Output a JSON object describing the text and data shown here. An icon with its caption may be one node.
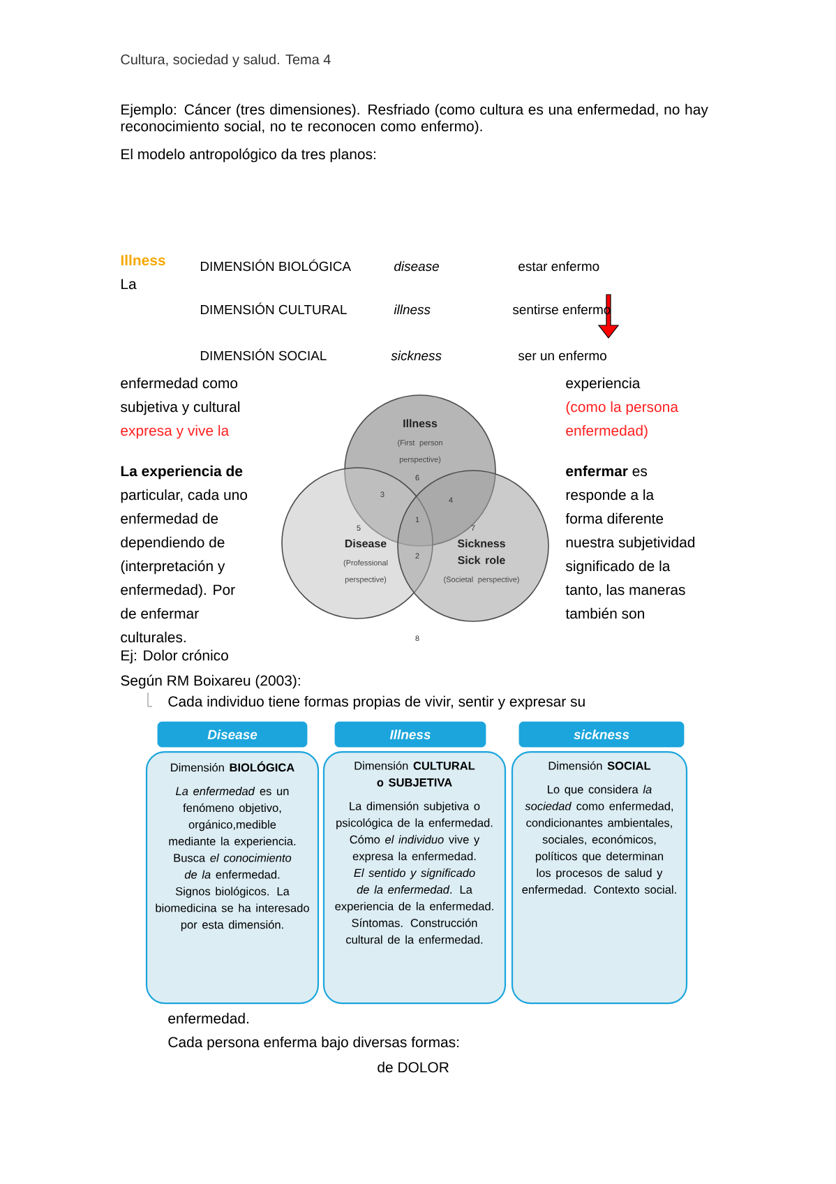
{
  "diagram": {
    "nodes": [
      {
        "text": [
          "Illness",
          "(First person perspective)"
        ]
      },
      {
        "text": [
          "Disease",
          "(Professional perspective)"
        ]
      },
      {
        "text": [
          "Sickness Sick role",
          "(Societal perspective)"
        ]
      },
      {
        "text": [
          "Disease"
        ]
      },
      {
        "text": [
          "Illness"
        ]
      },
      {
        "text": [
          "sickness"
        ]
      },
      {
        "text": [
          "Dimensión **BIOLÓGICA**",
          "*La enfermedad* es un fenómeno objetivo, orgánico,medible mediante la experiencia. Busca *el conocimiento de la* enfermedad. Signos biológicos. La biomedicina se ha interesado por esta dimensión."
        ]
      },
      {
        "text": [
          "Dimensión **CULTURAL o SUBJETIVA**",
          "La dimensión subjetiva o psicológica de la enfermedad. Cómo *el individuo* vive y expresa la enfermedad. *El sentido y significado de la enfermedad*. La experiencia de la enfermedad. Síntomas. Construcción cultural de la enfermedad."
        ]
      },
      {
        "text": [
          "Dimensión **SOCIAL**",
          "Lo que considera *la sociedad* como enfermedad, condicionantes ambientales, sociales, económicos, políticos que determinan los procesos de salud y enfermedad. Contexto social."
        ]
      }
    ],
    "labels": [
      "Cultura, sociedad y salud. Tema 4",
      "Ejemplo: Cáncer (tres dimensiones). Resfriado (como cultura es una enfermedad, no hay reconocimiento social, no te reconocen como enfermo).",
      "El modelo antropológico da tres planos:",
      "Illness",
      "La",
      "DIMENSIÓN BIOLÓGICA",
      "disease",
      "estar enfermo",
      "DIMENSIÓN CULTURAL",
      "illness",
      "sentirse enfermo",
      "DIMENSIÓN SOCIAL",
      "sickness",
      "ser un enfermo",
      "enfermedad como",
      "subjetiva y cultural",
      "expresa y vive la",
      "La experiencia de",
      "particular, cada uno",
      "enfermedad de",
      "dependiendo de",
      "(interpretación y",
      "enfermedad). Por",
      "de enfermar",
      "culturales.",
      "Ej: Dolor crónico",
      "Según RM Boixareu (2003):",
      "experiencia",
      "(como la persona",
      "enfermedad)",
      "**enfermar** es",
      "responde a la",
      "forma diferente",
      "nuestra subjetividad",
      "significado de la",
      "tanto, las maneras",
      "también son",
      "6",
      "3",
      "4",
      "1",
      "5",
      "7",
      "2",
      "8",
      "Cada individuo tiene formas propias de vivir, sentir y expresar su",
      "enfermedad.",
      "Cada persona enferma bajo diversas formas:",
      "de DOLOR"
    ]
  }
}
